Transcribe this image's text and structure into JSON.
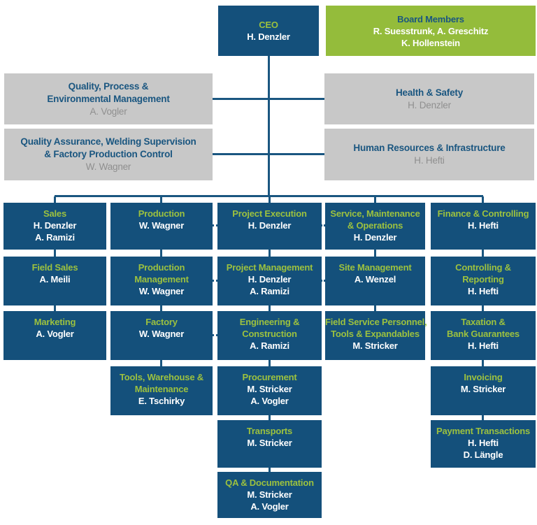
{
  "palette": {
    "box_blue": "#14507B",
    "box_green": "#94BC3B",
    "box_gray": "#C8C8C8",
    "title_green": "#9CC13F",
    "title_blue": "#1A5680",
    "name_white": "#FFFFFF",
    "name_gray": "#8F8F8F",
    "line_blue": "#1A5680"
  },
  "top": {
    "ceo": {
      "title": "CEO",
      "names": "H. Denzler"
    },
    "board": {
      "title": "Board Members",
      "names": "R. Suesstrunk, A. Greschitz\nK. Hollenstein"
    }
  },
  "staff": {
    "left": [
      {
        "title": "Quality, Process &\nEnvironmental Management",
        "names": "A. Vogler"
      },
      {
        "title": "Quality Assurance, Welding Supervision\n& Factory Production Control",
        "names": "W. Wagner"
      }
    ],
    "right": [
      {
        "title": "Health & Safety",
        "names": "H. Denzler"
      },
      {
        "title": "Human Resources & Infrastructure",
        "names": "H. Hefti"
      }
    ]
  },
  "columns": [
    {
      "name": "sales",
      "boxes": [
        {
          "title": "Sales",
          "names": "H. Denzler\nA. Ramizi"
        },
        {
          "title": "Field Sales",
          "names": "A. Meili"
        },
        {
          "title": "Marketing",
          "names": "A. Vogler"
        }
      ]
    },
    {
      "name": "production",
      "boxes": [
        {
          "title": "Production",
          "names": "W. Wagner"
        },
        {
          "title": "Production\nManagement",
          "names": "W. Wagner"
        },
        {
          "title": "Factory",
          "names": "W. Wagner"
        },
        {
          "title": "Tools, Warehouse &\nMaintenance",
          "names": "E. Tschirky"
        }
      ]
    },
    {
      "name": "project-execution",
      "boxes": [
        {
          "title": "Project Execution",
          "names": "H. Denzler"
        },
        {
          "title": "Project Management",
          "names": "H. Denzler\nA. Ramizi"
        },
        {
          "title": "Engineering &\nConstruction",
          "names": "A. Ramizi"
        },
        {
          "title": "Procurement",
          "names": "M. Stricker\nA. Vogler"
        },
        {
          "title": "Transports",
          "names": "M. Stricker"
        },
        {
          "title": "QA & Documentation",
          "names": "M. Stricker\nA. Vogler"
        }
      ]
    },
    {
      "name": "service-maintenance-operations",
      "boxes": [
        {
          "title": "Service, Maintenance\n& Operations",
          "names": "H. Denzler"
        },
        {
          "title": "Site Management",
          "names": "A. Wenzel"
        },
        {
          "title": "Field Service Personnel,\nTools & Expandables",
          "names": "M. Stricker"
        }
      ]
    },
    {
      "name": "finance-controlling",
      "boxes": [
        {
          "title": "Finance & Controlling",
          "names": "H. Hefti"
        },
        {
          "title": "Controlling &\nReporting",
          "names": "H. Hefti"
        },
        {
          "title": "Taxation &\nBank Guarantees",
          "names": "H. Hefti"
        },
        {
          "title": "Invoicing",
          "names": "M. Stricker"
        },
        {
          "title": "Payment Transactions",
          "names": "H. Hefti\nD. Längle"
        }
      ]
    }
  ]
}
